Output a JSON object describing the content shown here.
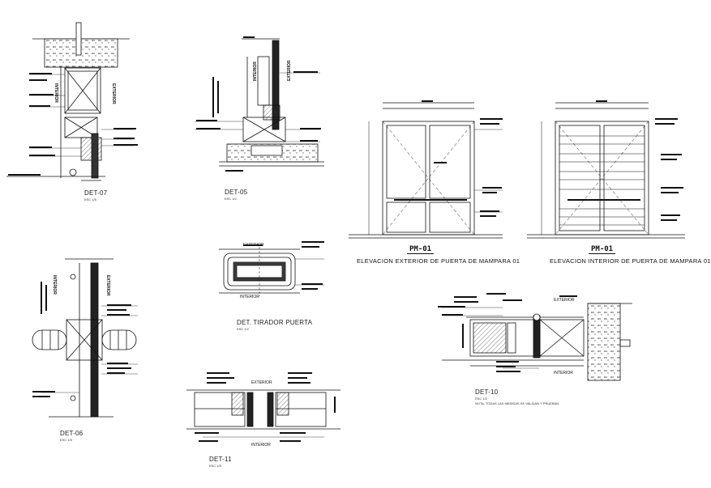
{
  "details": {
    "det07": {
      "title": "DET-07",
      "scale": "ESC 1/5",
      "side_text": "EXTERIOR",
      "interior": "INTERIOR"
    },
    "det05": {
      "title": "DET-05",
      "scale": "ESC 1/2",
      "exterior": "EXTERIOR",
      "interior": "INTERIOR"
    },
    "det06": {
      "title": "DET-06",
      "scale": "ESC 1/5",
      "exterior": "EXTERIOR",
      "interior": "INTERIOR"
    },
    "tirador": {
      "title": "DET. TIRADOR PUERTA",
      "scale": "ESC 1/2",
      "exterior": "EXTERIOR",
      "interior": "INTERIOR"
    },
    "det11": {
      "title": "DET-11",
      "scale": "ESC 1/5",
      "exterior": "EXTERIOR",
      "interior": "INTERIOR"
    },
    "det10": {
      "title": "DET-10",
      "scale": "ESC 1/2",
      "note": "NOTA: TODAS LAS MEDIDAS SE VALIDAN Y PRUEBAN",
      "exterior": "EXTERIOR",
      "interior": "INTERIOR"
    }
  },
  "elevations": {
    "exterior": {
      "stamp": "PM-01",
      "title": "ELEVACION EXTERIOR DE PUERTA DE MAMPARA 01"
    },
    "interior": {
      "stamp": "PM-01",
      "title": "ELEVACION INTERIOR DE PUERTA DE MAMPARA 01"
    }
  },
  "colors": {
    "line": "#111111",
    "fill_hatch": "#e8e8e8"
  }
}
